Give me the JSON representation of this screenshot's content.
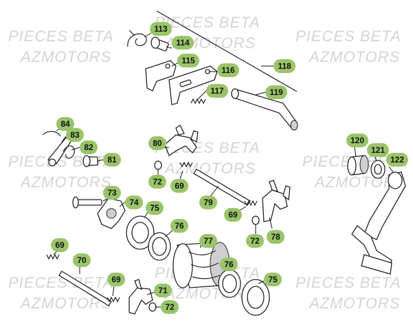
{
  "watermark": {
    "line1": "PIECES BETA",
    "line2": "AZMOTORS"
  },
  "callouts": [
    {
      "id": "c113",
      "label": "113"
    },
    {
      "id": "c114",
      "label": "114"
    },
    {
      "id": "c115",
      "label": "115"
    },
    {
      "id": "c116",
      "label": "116"
    },
    {
      "id": "c117",
      "label": "117"
    },
    {
      "id": "c118",
      "label": "118"
    },
    {
      "id": "c119",
      "label": "119"
    },
    {
      "id": "c84",
      "label": "84"
    },
    {
      "id": "c83",
      "label": "83"
    },
    {
      "id": "c82",
      "label": "82"
    },
    {
      "id": "c81",
      "label": "81"
    },
    {
      "id": "c80",
      "label": "80"
    },
    {
      "id": "c72a",
      "label": "72"
    },
    {
      "id": "c69a",
      "label": "69"
    },
    {
      "id": "c79",
      "label": "79"
    },
    {
      "id": "c69b",
      "label": "69"
    },
    {
      "id": "c72b",
      "label": "72"
    },
    {
      "id": "c78",
      "label": "78"
    },
    {
      "id": "c73",
      "label": "73"
    },
    {
      "id": "c74",
      "label": "74"
    },
    {
      "id": "c75a",
      "label": "75"
    },
    {
      "id": "c76a",
      "label": "76"
    },
    {
      "id": "c77",
      "label": "77"
    },
    {
      "id": "c76b",
      "label": "76"
    },
    {
      "id": "c75b",
      "label": "75"
    },
    {
      "id": "c69c",
      "label": "69"
    },
    {
      "id": "c70",
      "label": "70"
    },
    {
      "id": "c69d",
      "label": "69"
    },
    {
      "id": "c71",
      "label": "71"
    },
    {
      "id": "c72c",
      "label": "72"
    },
    {
      "id": "c120",
      "label": "120"
    },
    {
      "id": "c121",
      "label": "121"
    },
    {
      "id": "c122",
      "label": "122"
    }
  ]
}
